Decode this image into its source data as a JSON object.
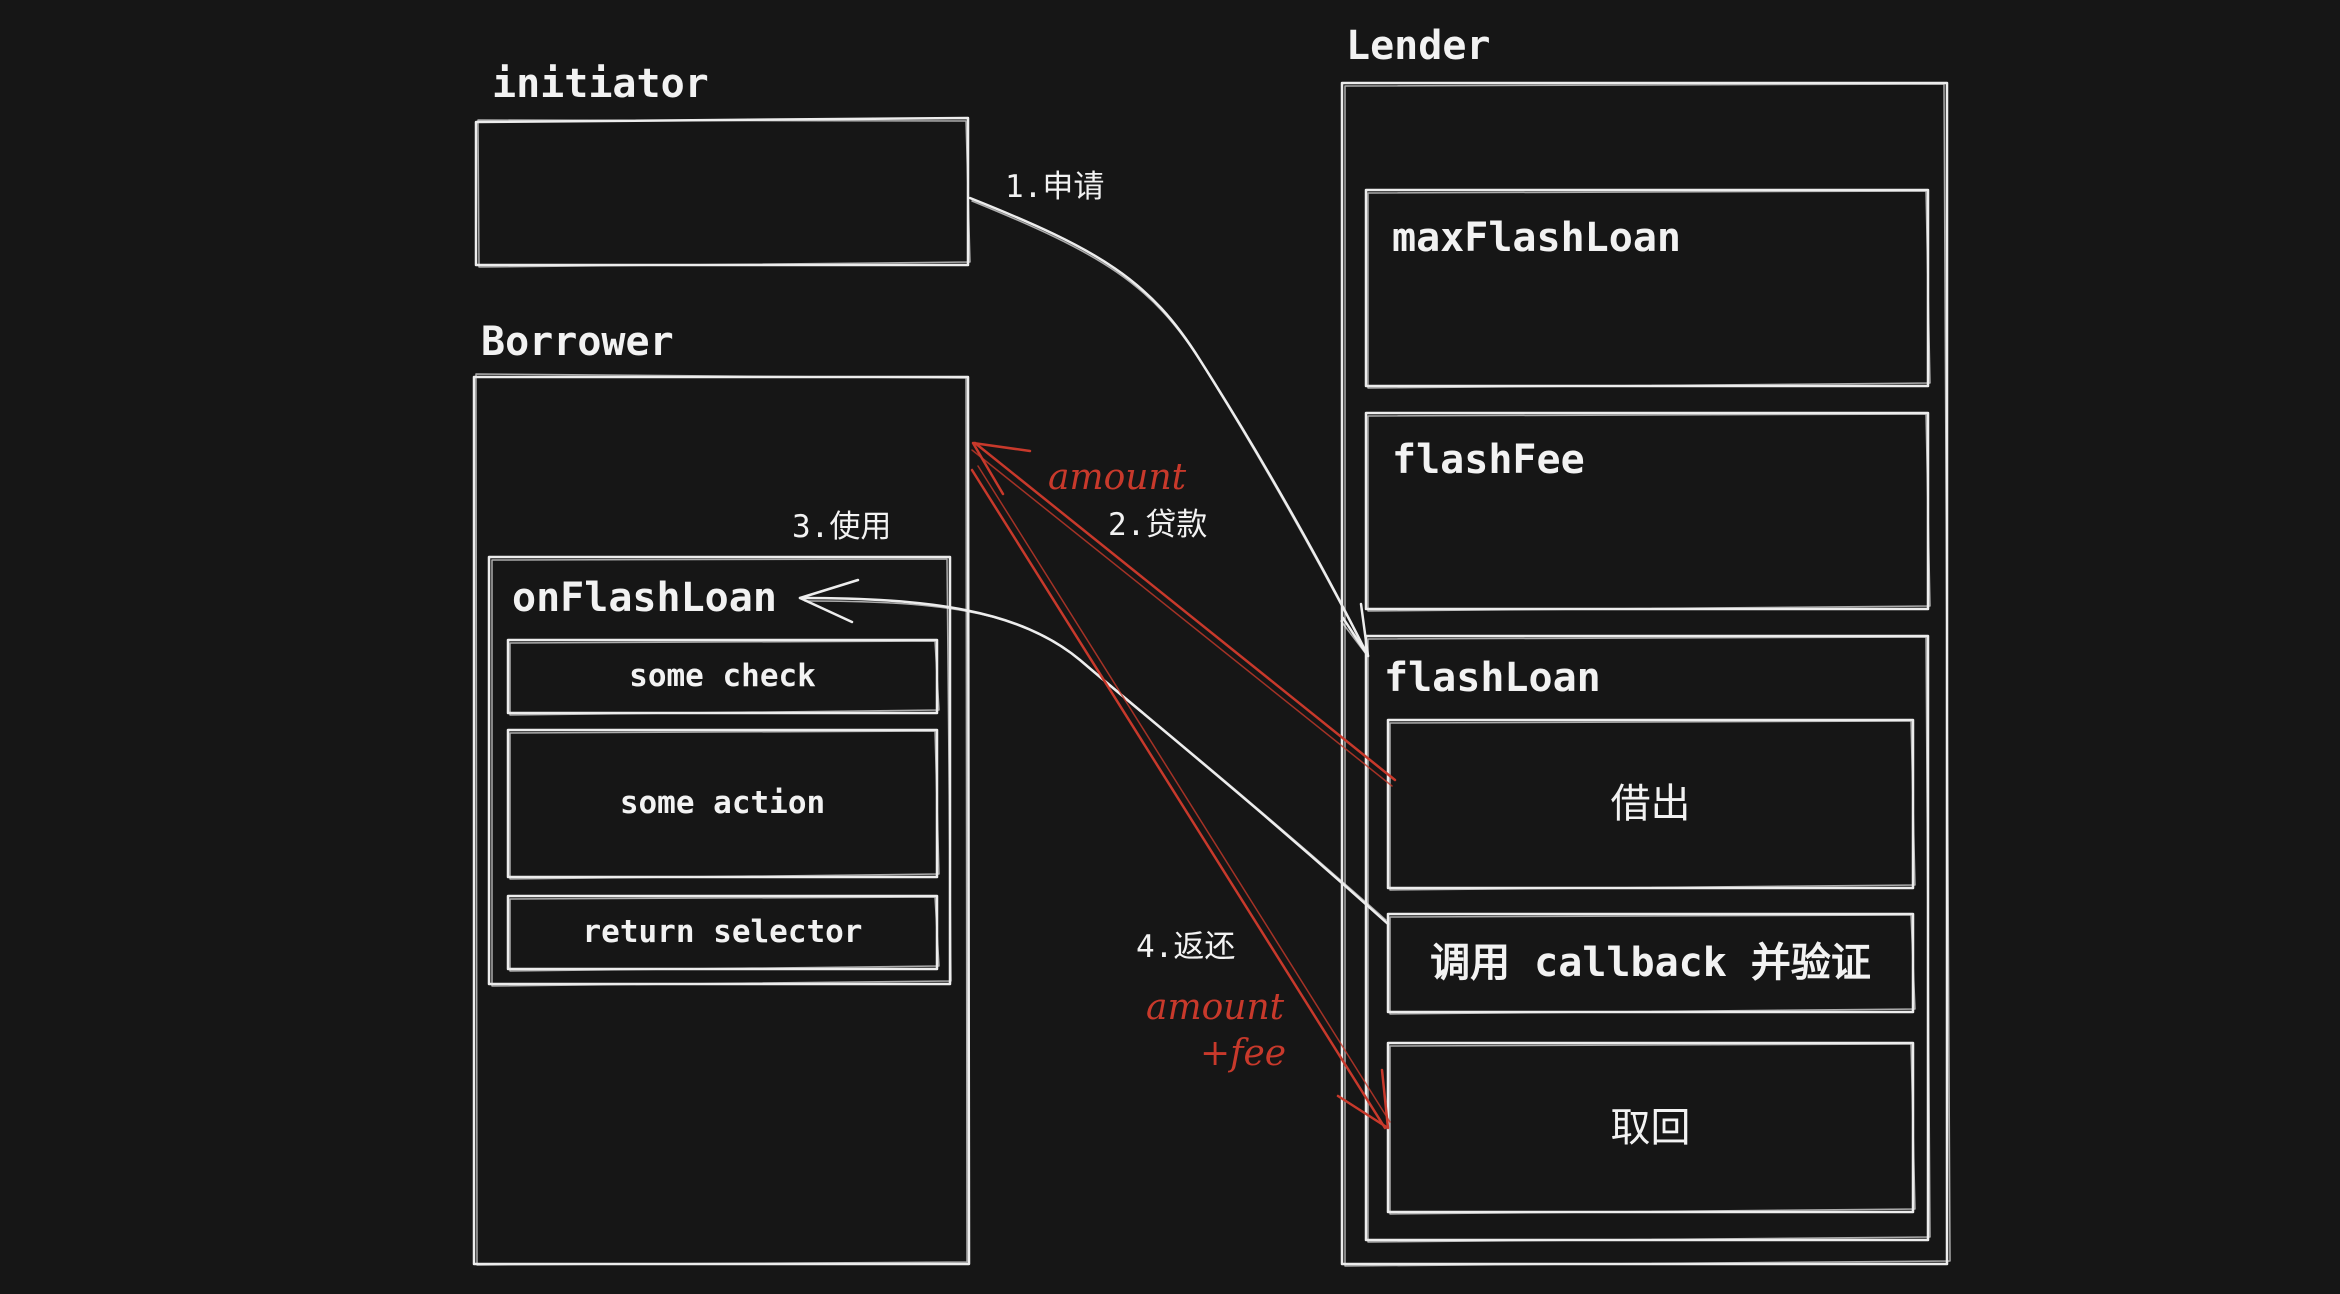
{
  "initiator": {
    "title": "initiator"
  },
  "borrower": {
    "title": "Borrower",
    "function_title": "onFlashLoan",
    "steps": [
      "some check",
      "some action",
      "return selector"
    ]
  },
  "lender": {
    "title": "Lender",
    "max_flash_loan": "maxFlashLoan",
    "flash_fee": "flashFee",
    "flash_loan": {
      "title": "flashLoan",
      "steps": [
        "借出",
        "调用 callback 并验证",
        "取回"
      ]
    }
  },
  "arrows": {
    "apply": "1.申请",
    "loan": "2.贷款",
    "use": "3.使用",
    "return": "4.返还",
    "amount": "amount",
    "amount_fee_line1": "amount",
    "amount_fee_line2": "+fee"
  },
  "colors": {
    "background": "#161616",
    "stroke": "#ededed",
    "accent_red": "#c8392b"
  }
}
